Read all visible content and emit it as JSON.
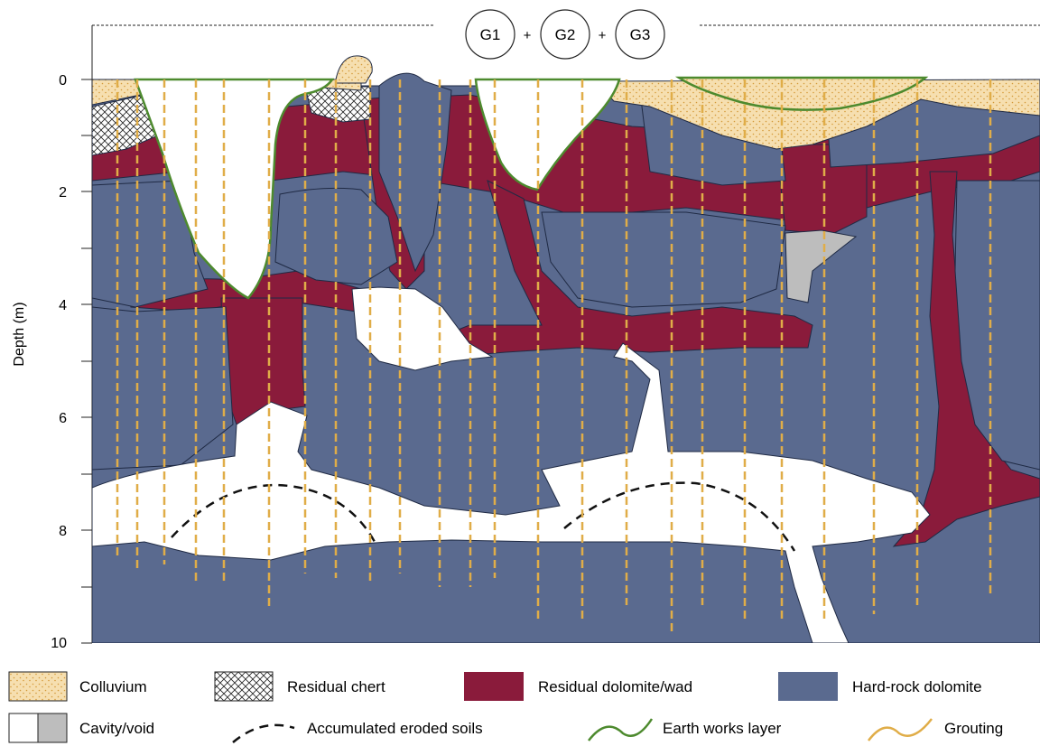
{
  "header": {
    "groups": [
      "G1",
      "G2",
      "G3"
    ],
    "joiner": "+"
  },
  "axis": {
    "label": "Depth (m)",
    "ticks": [
      "0",
      "2",
      "4",
      "6",
      "8",
      "10"
    ]
  },
  "colors": {
    "colluvium": "#f6dfb0",
    "colluvium_dot": "#d49a3a",
    "chert": "#ffffff",
    "residual_dolomite": "#8a1b3b",
    "hard_rock": "#5a6a8f",
    "void": "#ffffff",
    "void_alt": "#bdbdbd",
    "earthworks": "#4d8a2e",
    "grouting": "#e0ad48",
    "eroded": "#111111",
    "outline": "#1f2a44"
  },
  "legend": {
    "row1": [
      "Colluvium",
      "Residual chert",
      "Residual dolomite/wad",
      "Hard-rock dolomite"
    ],
    "row2": [
      "Cavity/void",
      "Accumulated eroded soils",
      "Earth works layer",
      "Grouting"
    ]
  }
}
